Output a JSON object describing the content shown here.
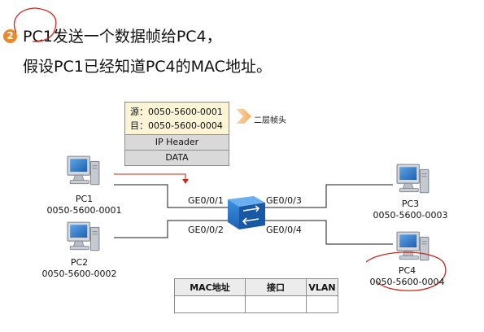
{
  "slide": {
    "step_number": "2",
    "line1": "PC1发送一个数据帧给PC4，",
    "line2": "假设PC1已经知道PC4的MAC地址。"
  },
  "frame": {
    "src": "源：0050-5600-0001",
    "dst": "目：0050-5600-0004",
    "ip_header": "IP Header",
    "data": "DATA",
    "layer2_label": "二层帧头"
  },
  "switch": {
    "ports": {
      "p1": "GE0/0/1",
      "p2": "GE0/0/2",
      "p3": "GE0/0/3",
      "p4": "GE0/0/4"
    }
  },
  "hosts": {
    "pc1": {
      "name": "PC1",
      "mac": "0050-5600-0001"
    },
    "pc2": {
      "name": "PC2",
      "mac": "0050-5600-0002"
    },
    "pc3": {
      "name": "PC3",
      "mac": "0050-5600-0003"
    },
    "pc4": {
      "name": "PC4",
      "mac": "0050-5600-0004"
    }
  },
  "mac_table": {
    "headers": [
      "MAC地址",
      "接口",
      "VLAN"
    ]
  },
  "colors": {
    "accent_orange": "#e8892a",
    "annotation_red": "#c8281e",
    "frame_header_fill": "#fbf4d6",
    "switch_blue": "#1f6fc0"
  }
}
